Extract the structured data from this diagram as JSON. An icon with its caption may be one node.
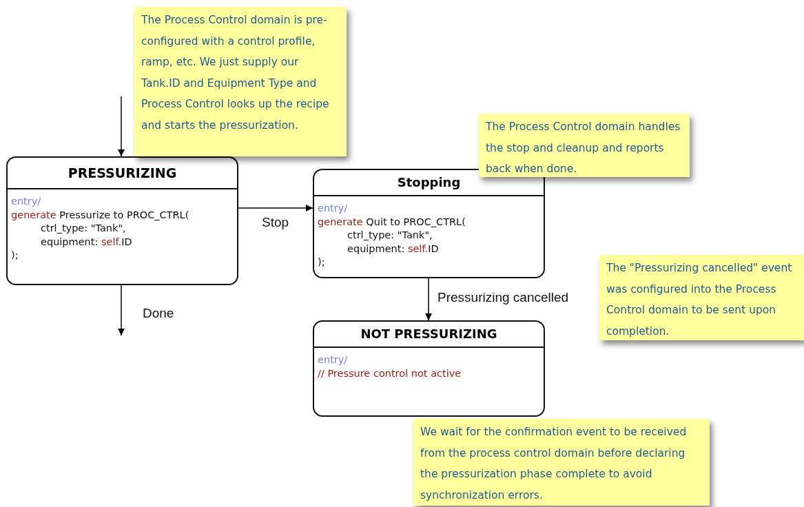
{
  "diagram": {
    "nodes": [
      {
        "text": [
          "The Process Control domain is pre-configured with a control profile, ramp, etc. We just supply our Tank.ID and Equipment Type and Process Control looks up the recipe and starts the pressurization."
        ]
      },
      {
        "text": [
          "PRESSURIZING",
          "entry/",
          "generate Pressurize to PROC_CTRL(",
          "ctrl_type: \"Tank\",",
          "equipment: self.ID",
          ");"
        ]
      },
      {
        "text": [
          "The Process Control domain handles the stop and cleanup and reports back when done."
        ]
      },
      {
        "text": [
          "Stopping",
          "entry/",
          "generate Quit to PROC_CTRL(",
          "ctrl_type: \"Tank\",",
          "equipment: self.ID",
          ");"
        ]
      },
      {
        "text": [
          "The \"Pressurizing cancelled\" event was configured into the Process Control domain to be sent upon completion."
        ]
      },
      {
        "text": [
          "NOT PRESSURIZING",
          "entry/",
          "// Pressure control not active"
        ]
      },
      {
        "text": [
          "We wait for the confirmation event to be received from the process control domain before declaring the pressurization phase complete to avoid synchronization errors."
        ]
      }
    ],
    "edges": [
      {
        "from": null,
        "to": 1,
        "arrow": "to"
      },
      {
        "from": 1,
        "to": 3,
        "arrow": "to",
        "label": "Stop"
      },
      {
        "from": 3,
        "to": 5,
        "arrow": "to",
        "label": "Pressurizing cancelled"
      },
      {
        "from": 1,
        "to": null,
        "arrow": "to",
        "label": "Done"
      }
    ]
  }
}
